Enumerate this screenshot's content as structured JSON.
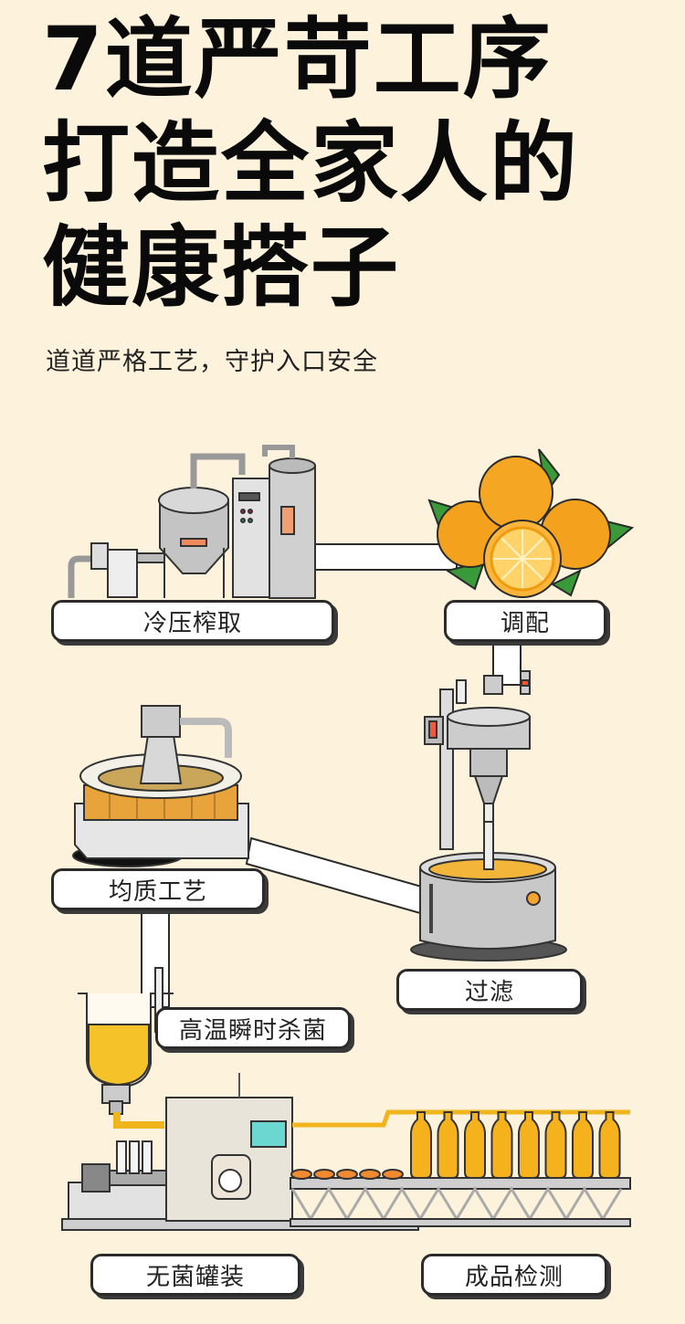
{
  "header": {
    "title_lines": [
      "7道严苛工序",
      "打造全家人的",
      "健康搭子"
    ],
    "subtitle": "道道严格工艺，守护入口安全"
  },
  "steps": [
    {
      "id": "cold-press",
      "label": "冷压榨取"
    },
    {
      "id": "blending",
      "label": "调配"
    },
    {
      "id": "filtering",
      "label": "过滤"
    },
    {
      "id": "homogenizing",
      "label": "均质工艺"
    },
    {
      "id": "uht-sterilization",
      "label": "高温瞬时杀菌"
    },
    {
      "id": "aseptic-filling",
      "label": "无菌罐装"
    },
    {
      "id": "quality-inspection",
      "label": "成品检测"
    }
  ],
  "colors": {
    "background": "#fdf3dc",
    "juice": "#f5b21c",
    "orange": "#f4a21e",
    "leaf": "#3a9a3a",
    "steel": "#c8c8c8",
    "outline": "#2b2b2b"
  }
}
